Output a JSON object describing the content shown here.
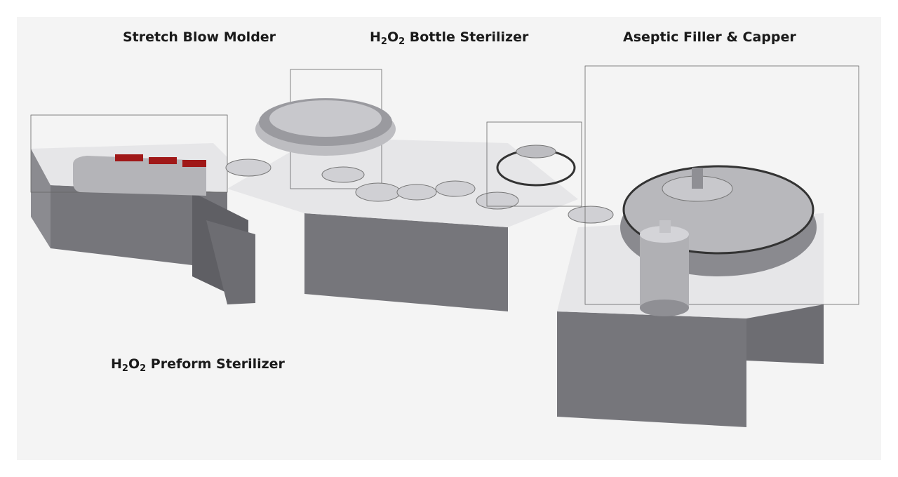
{
  "labels": {
    "stretch_blow_molder": "Stretch Blow Molder",
    "bottle_sterilizer": {
      "h": "H",
      "sub1": "2",
      "o": "O",
      "sub2": "2",
      "rest": " Bottle Sterilizer"
    },
    "aseptic_filler": "Aseptic Filler & Capper",
    "preform_sterilizer": {
      "h": "H",
      "sub1": "2",
      "o": "O",
      "sub2": "2",
      "rest": " Preform Sterilizer"
    }
  },
  "colors": {
    "background": "#f4f4f4",
    "block_front": "#76767b",
    "block_top": "#e6e6e8",
    "machine": "#a9a9ad",
    "heater": "#a01818"
  }
}
